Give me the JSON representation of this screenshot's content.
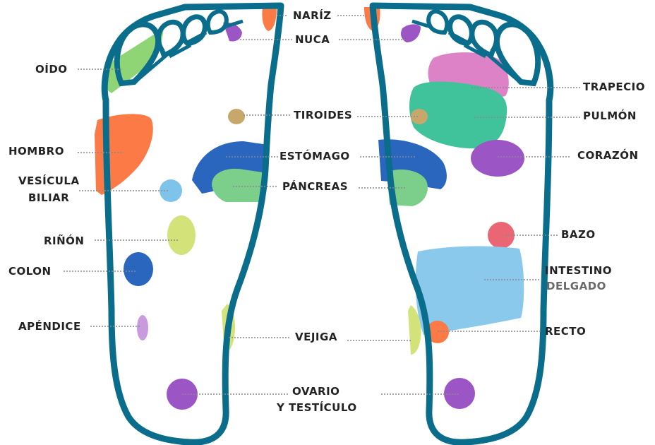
{
  "colors": {
    "outline": "#0b6d8c",
    "leader": "#8a8a8a",
    "orange": "#fb7a46",
    "purple": "#9b55c4",
    "green_ear": "#8fd475",
    "mustard": "#c8a86a",
    "blue_dark": "#2b66be",
    "green_mint": "#7ccf8a",
    "light_blue": "#7ec3ea",
    "lime": "#d4e27a",
    "lavender": "#c79bde",
    "pink": "#dd82c7",
    "teal": "#40c39a",
    "salmon": "#ea6675",
    "sky": "#8ac9ec"
  },
  "labels": {
    "nariz": "NARÍZ",
    "nuca": "NUCA",
    "oido": "OÍDO",
    "trapecio": "TRAPECIO",
    "tiroides": "TIROIDES",
    "pulmon": "PULMÓN",
    "hombro": "HOMBRO",
    "estomago": "ESTÓMAGO",
    "corazon": "CORAZÓN",
    "vesicula_line1": "VESÍCULA",
    "vesicula_line2": "BILIAR",
    "pancreas": "PÁNCREAS",
    "rinon": "RIÑÓN",
    "bazo": "BAZO",
    "colon": "COLON",
    "intestino_line1": "INTESTINO",
    "intestino_line2": "DELGADO",
    "apendice": "APÉNDICE",
    "vejiga": "VEJIGA",
    "recto": "RECTO",
    "ovario_line1": "OVARIO",
    "ovario_line2": "Y TESTÍCULO"
  }
}
